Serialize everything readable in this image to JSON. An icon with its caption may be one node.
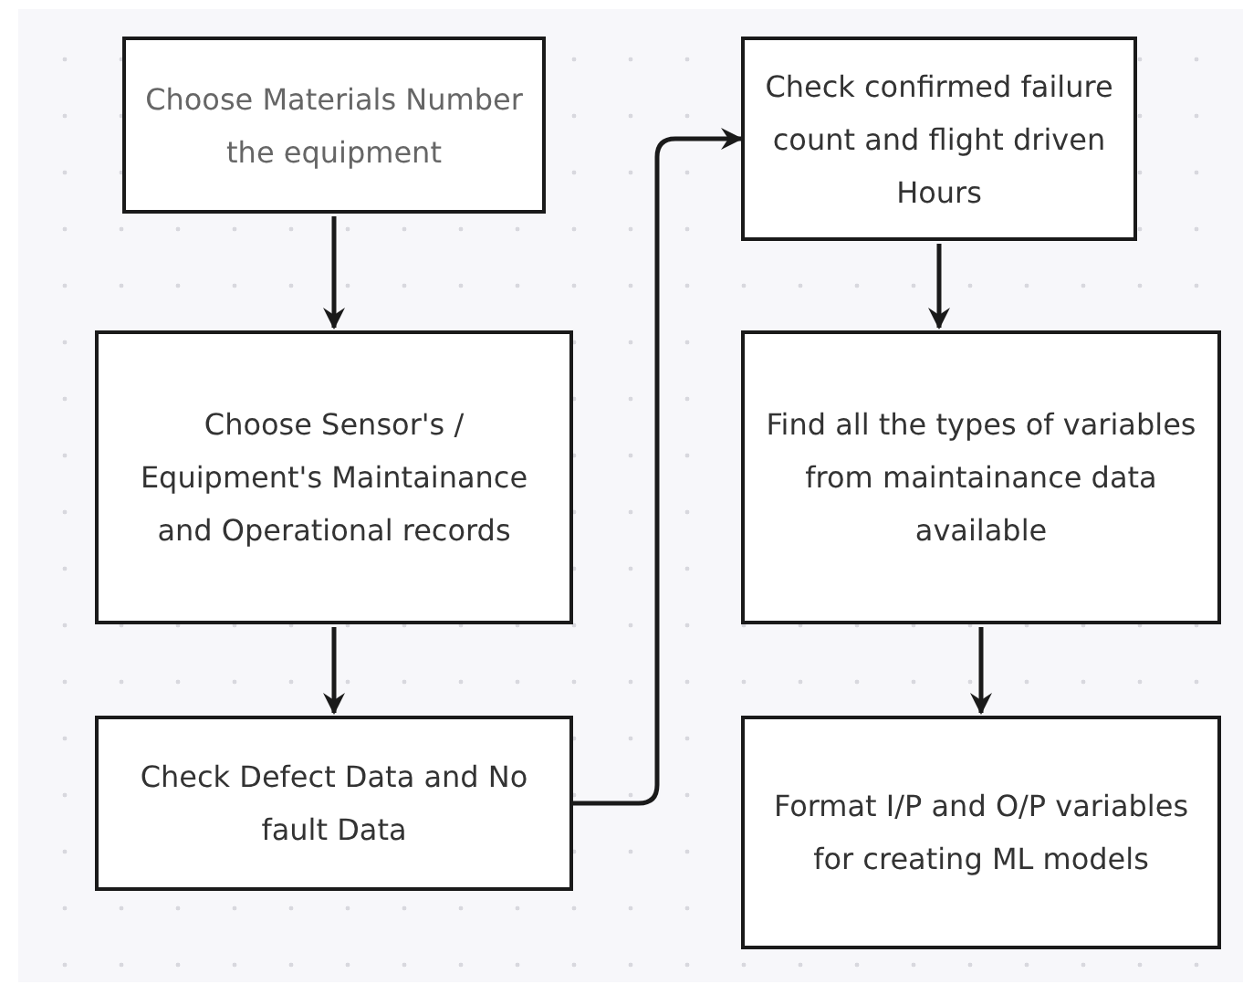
{
  "diagram": {
    "nodes": [
      {
        "text": [
          "Choose Materials Number the equipment"
        ]
      },
      {
        "text": [
          "Choose Sensor's / Equipment's Maintainance and Operational records"
        ]
      },
      {
        "text": [
          "Check Defect Data and No fault Data"
        ]
      },
      {
        "text": [
          "Check confirmed failure count and flight driven Hours"
        ]
      },
      {
        "text": [
          "Find all the types of variables from maintainance data available"
        ]
      },
      {
        "text": [
          "Format I/P and O/P variables for creating ML models"
        ]
      }
    ],
    "edges": [
      {
        "from": 0,
        "to": 1,
        "arrow": "to"
      },
      {
        "from": 1,
        "to": 2,
        "arrow": "to"
      },
      {
        "from": 2,
        "to": 3,
        "arrow": "to"
      },
      {
        "from": 3,
        "to": 4,
        "arrow": "to"
      },
      {
        "from": 4,
        "to": 5,
        "arrow": "to"
      }
    ]
  }
}
